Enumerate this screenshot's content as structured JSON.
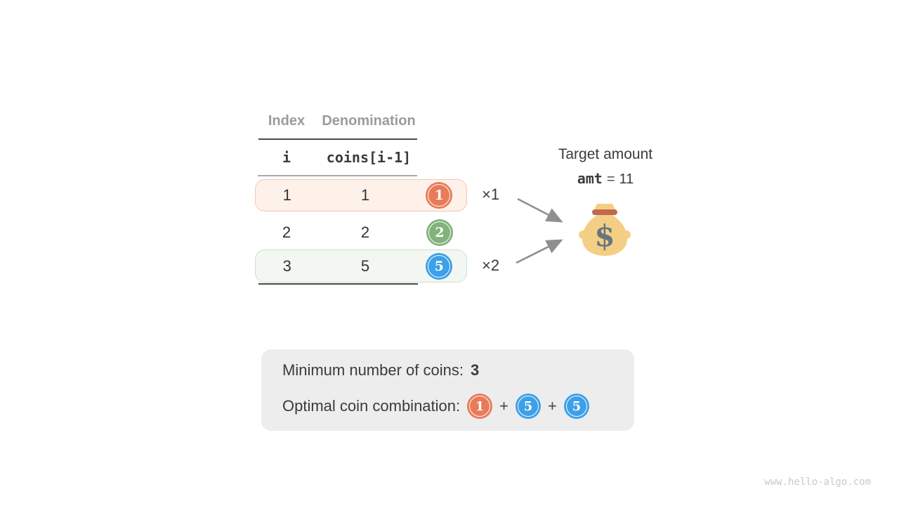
{
  "table": {
    "column_headers": [
      "Index",
      "Denomination"
    ],
    "code_headers": {
      "index": "i",
      "denomination": "coins[i-1]"
    },
    "rows": [
      {
        "index": "1",
        "denomination": "1",
        "coin": "1",
        "multiplier": "×1"
      },
      {
        "index": "2",
        "denomination": "2",
        "coin": "2"
      },
      {
        "index": "3",
        "denomination": "5",
        "coin": "5",
        "multiplier": "×2"
      }
    ]
  },
  "target": {
    "label": "Target amount",
    "variable": "amt",
    "operator": "=",
    "value": "11",
    "bag_symbol": "$"
  },
  "summary": {
    "min_label": "Minimum number of coins:",
    "min_value": "3",
    "combo_label": "Optimal coin combination:",
    "combo_coins": [
      "1",
      "5",
      "5"
    ],
    "plus": "+"
  },
  "watermark": "www.hello-algo.com",
  "colors": {
    "coin_orange": "#e87c5a",
    "coin_green": "#81b37a",
    "coin_blue": "#3da0e8",
    "row1_bg": "#fdf1ea",
    "row1_border": "#f6c8b0",
    "row3_bg": "#f2f8f1",
    "row3_border": "#cbe2cb",
    "summary_bg": "#ededed",
    "bag_body": "#f5ce85",
    "bag_band": "#c1694f",
    "bag_dollar": "#66757f",
    "arrow": "#8f8f8f"
  }
}
